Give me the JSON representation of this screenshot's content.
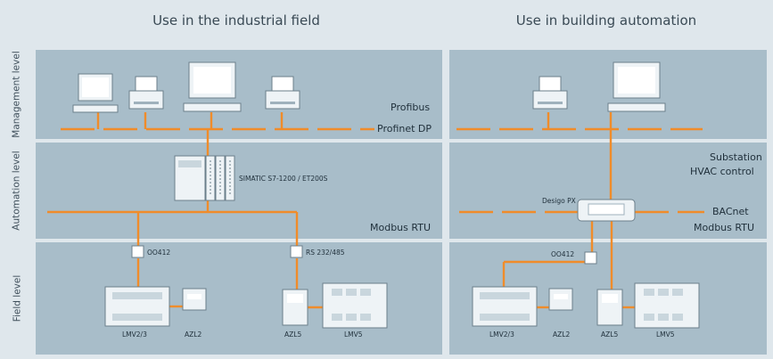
{
  "headers": {
    "industrial": "Use in the industrial field",
    "building": "Use in building automation"
  },
  "levels": {
    "management": "Management level",
    "automation": "Automation level",
    "field": "Field level"
  },
  "industrial": {
    "profibus": "Profibus",
    "profinet": "Profinet DP",
    "plc_label": "SIMATIC S7-1200 / ET200S",
    "modbus": "Modbus RTU",
    "converter1": "OO412",
    "converter2": "RS 232/485",
    "devices": {
      "lmv23": "LMV2/3",
      "azl2": "AZL2",
      "azl5": "AZL5",
      "lmv5": "LMV5"
    }
  },
  "building": {
    "substation": "Substation",
    "hvac": "HVAC control",
    "controller": "Desigo PX",
    "bacnet": "BACnet",
    "modbus": "Modbus RTU",
    "converter": "OO412",
    "devices": {
      "lmv23": "LMV2/3",
      "azl2": "AZL2",
      "azl5": "AZL5",
      "lmv5": "LMV5"
    }
  },
  "colors": {
    "bus": "#f08c2a",
    "panel": "#a8bdc9",
    "background": "#dfe7ec"
  }
}
